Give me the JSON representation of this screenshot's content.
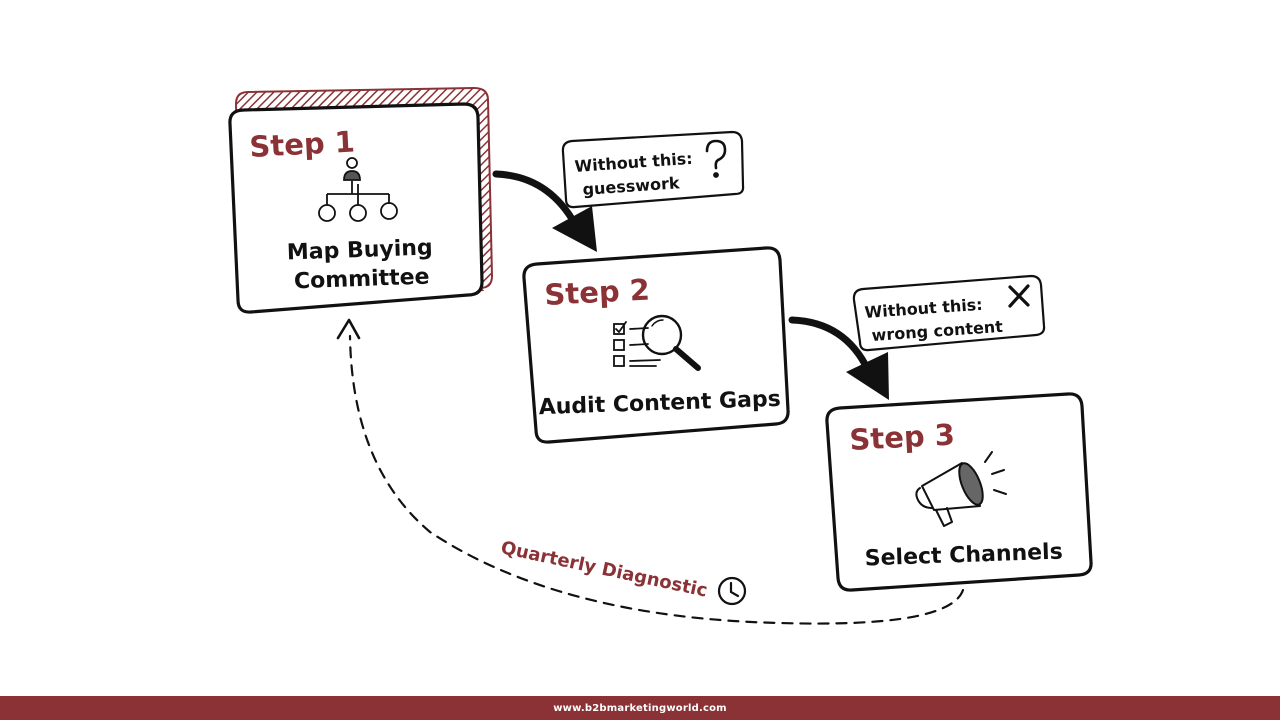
{
  "colors": {
    "accent": "#8b3236",
    "ink": "#111111",
    "background": "#ffffff"
  },
  "steps": [
    {
      "label": "Step 1",
      "title_line1": "Map Buying",
      "title_line2": "Committee",
      "icon": "org-chart-icon",
      "highlighted": true
    },
    {
      "label": "Step 2",
      "title_line1": "Audit Content Gaps",
      "icon": "checklist-magnifier-icon",
      "highlighted": false
    },
    {
      "label": "Step 3",
      "title_line1": "Select Channels",
      "icon": "megaphone-icon",
      "highlighted": false
    }
  ],
  "warnings": [
    {
      "line1": "Without this:",
      "line2": "guesswork",
      "icon": "question-mark-icon"
    },
    {
      "line1": "Without this:",
      "line2": "wrong content",
      "icon": "x-mark-icon"
    }
  ],
  "loop": {
    "label": "Quarterly Diagnostic",
    "icon": "clock-icon"
  },
  "footer": {
    "url": "www.b2bmarketingworld.com"
  }
}
